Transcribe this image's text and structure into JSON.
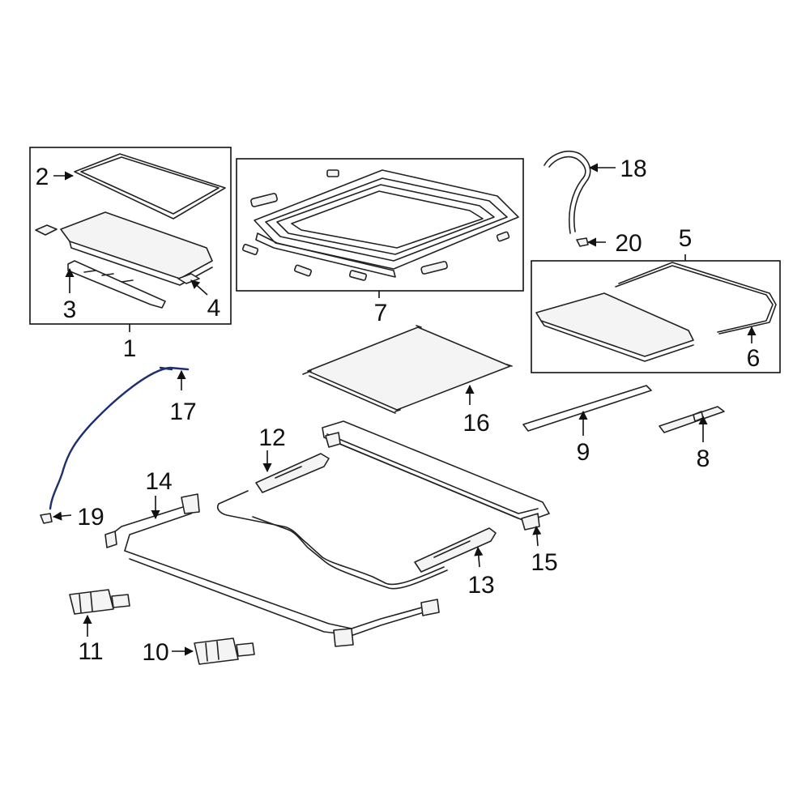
{
  "callouts": {
    "c1": "1",
    "c2": "2",
    "c3": "3",
    "c4": "4",
    "c5": "5",
    "c6": "6",
    "c7": "7",
    "c8": "8",
    "c9": "9",
    "c10": "10",
    "c11": "11",
    "c12": "12",
    "c13": "13",
    "c14": "14",
    "c15": "15",
    "c16": "16",
    "c17": "17",
    "c18": "18",
    "c19": "19",
    "c20": "20"
  },
  "colors": {
    "line": "#222222",
    "highlight": "#1e2f6e",
    "background": "#ffffff"
  }
}
